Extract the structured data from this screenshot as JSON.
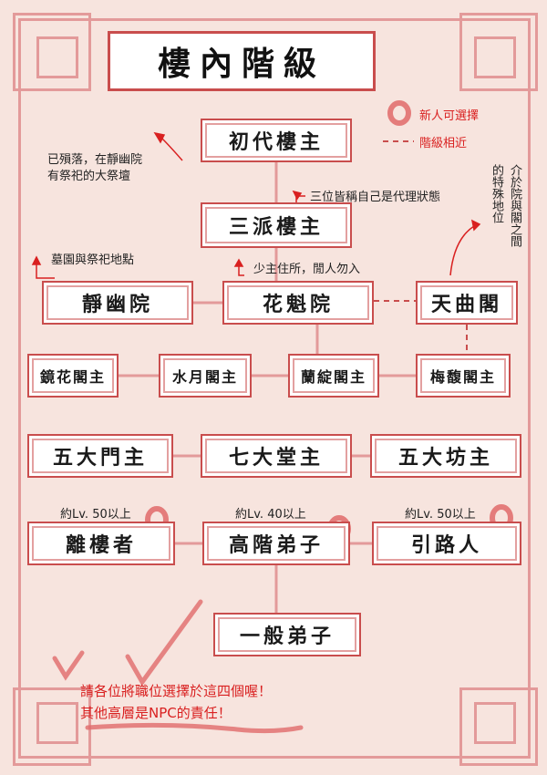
{
  "title": "樓內階級",
  "legend": {
    "selectable": "新人可選擇",
    "related": "階級相近"
  },
  "nodes": {
    "founder": "初代樓主",
    "three_sects": "三派樓主",
    "jingyou": "靜幽院",
    "huakui": "花魁院",
    "tianqu": "天曲閣",
    "jinghua": "鏡花閣主",
    "shuiyue": "水月閣主",
    "lanzhan": "蘭綻閣主",
    "meifu": "梅馥閣主",
    "five_gates": "五大門主",
    "seven_halls": "七大堂主",
    "five_workshops": "五大坊主",
    "leaver": "離樓者",
    "senior": "高階弟子",
    "guide": "引路人",
    "general": "一般弟子"
  },
  "notes": {
    "founder": [
      "已殞落，在靜幽院",
      "有祭祀的大祭壇"
    ],
    "three_sects": "三位皆稱自己是代理狀態",
    "jingyou": "墓園與祭祀地點",
    "huakui": "少主住所，閒人勿入",
    "tianqu_line1": "介於院與閣之間",
    "tianqu_line2": "的特殊地位"
  },
  "levels": {
    "leaver": "約Lv. 50以上",
    "senior": "約Lv. 40以上",
    "guide": "約Lv. 50以上"
  },
  "bottom_text": [
    "請各位將職位選擇於這四個喔！",
    "其他高層是NPC的責任！"
  ],
  "colors": {
    "background": "#f7e4de",
    "accent": "#c94d4d",
    "note_red": "#d92020"
  }
}
